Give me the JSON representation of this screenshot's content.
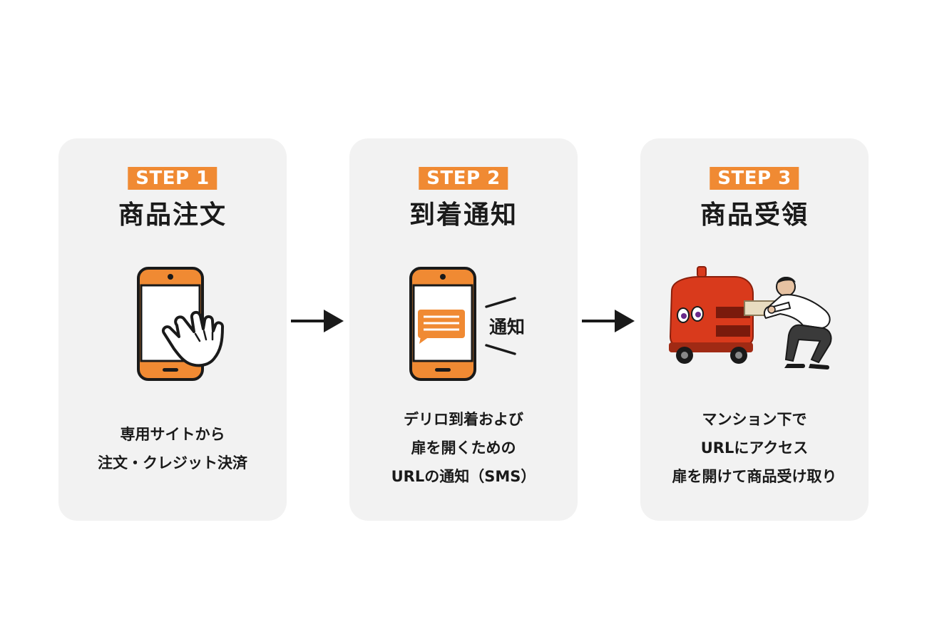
{
  "colors": {
    "accent": "#f08a33",
    "card_bg": "#f2f2f2",
    "text": "#1a1a1a",
    "robot": "#d93a1c"
  },
  "steps": [
    {
      "badge": "STEP 1",
      "title": "商品注文",
      "icon": "phone-tap-icon",
      "lines": [
        "専用サイトから",
        "注文・クレジット決済"
      ]
    },
    {
      "badge": "STEP 2",
      "title": "到着通知",
      "icon": "phone-notification-icon",
      "notify_label": "通知",
      "lines": [
        "デリロ到着および",
        "扉を開くための",
        "URLの通知（SMS）"
      ]
    },
    {
      "badge": "STEP 3",
      "title": "商品受領",
      "icon": "delivery-robot-icon",
      "lines": [
        "マンション下で",
        "URLにアクセス",
        "扉を開けて商品受け取り"
      ]
    }
  ]
}
